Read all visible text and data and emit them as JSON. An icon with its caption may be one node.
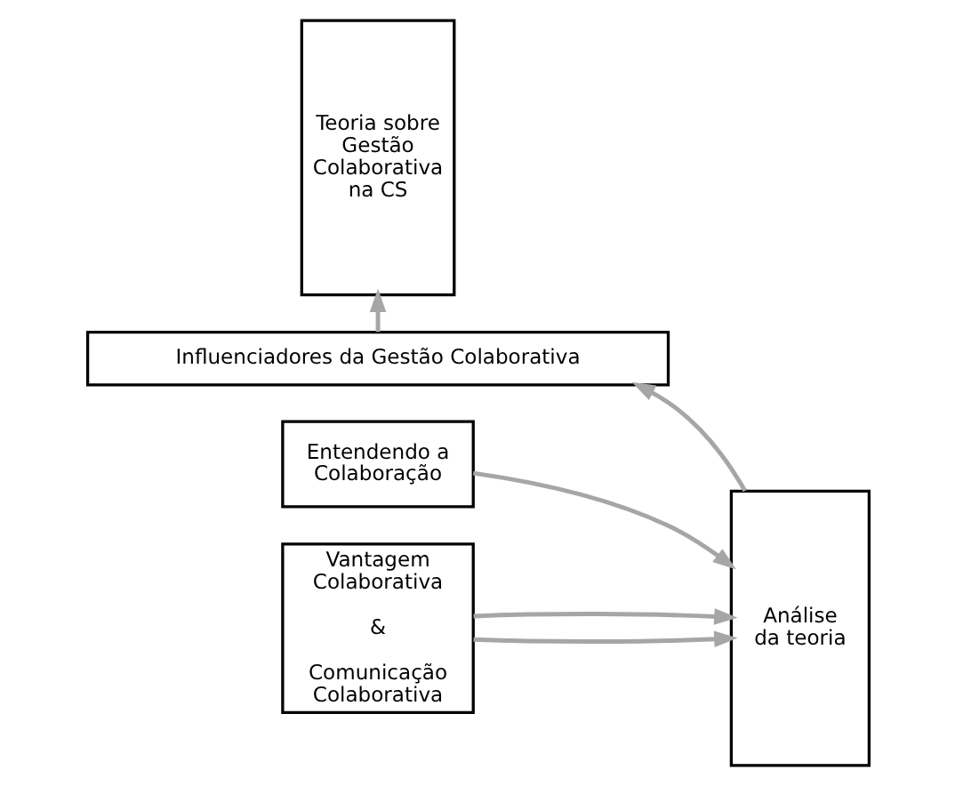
{
  "diagram": {
    "nodes": [
      {
        "text": [
          "Teoria sobre Gestão Colaborativa na CS"
        ]
      },
      {
        "text": [
          "Entendendo a Colaboração"
        ]
      },
      {
        "text": [
          "Vantagem Colaborativa",
          "&",
          "Comunicação Colaborativa"
        ]
      },
      {
        "text": [
          "Análise da teoria"
        ]
      },
      {
        "text": [
          "Influenciadores da Gestão Colaborativa"
        ]
      }
    ],
    "edges": [
      {
        "from": 1,
        "to": 3,
        "arrow": "to"
      },
      {
        "from": 2,
        "to": 3,
        "arrow": "to"
      },
      {
        "from": 2,
        "to": 3,
        "arrow": "to"
      },
      {
        "from": 3,
        "to": 4,
        "arrow": "to"
      },
      {
        "from": 4,
        "to": 0,
        "arrow": "to"
      }
    ]
  }
}
